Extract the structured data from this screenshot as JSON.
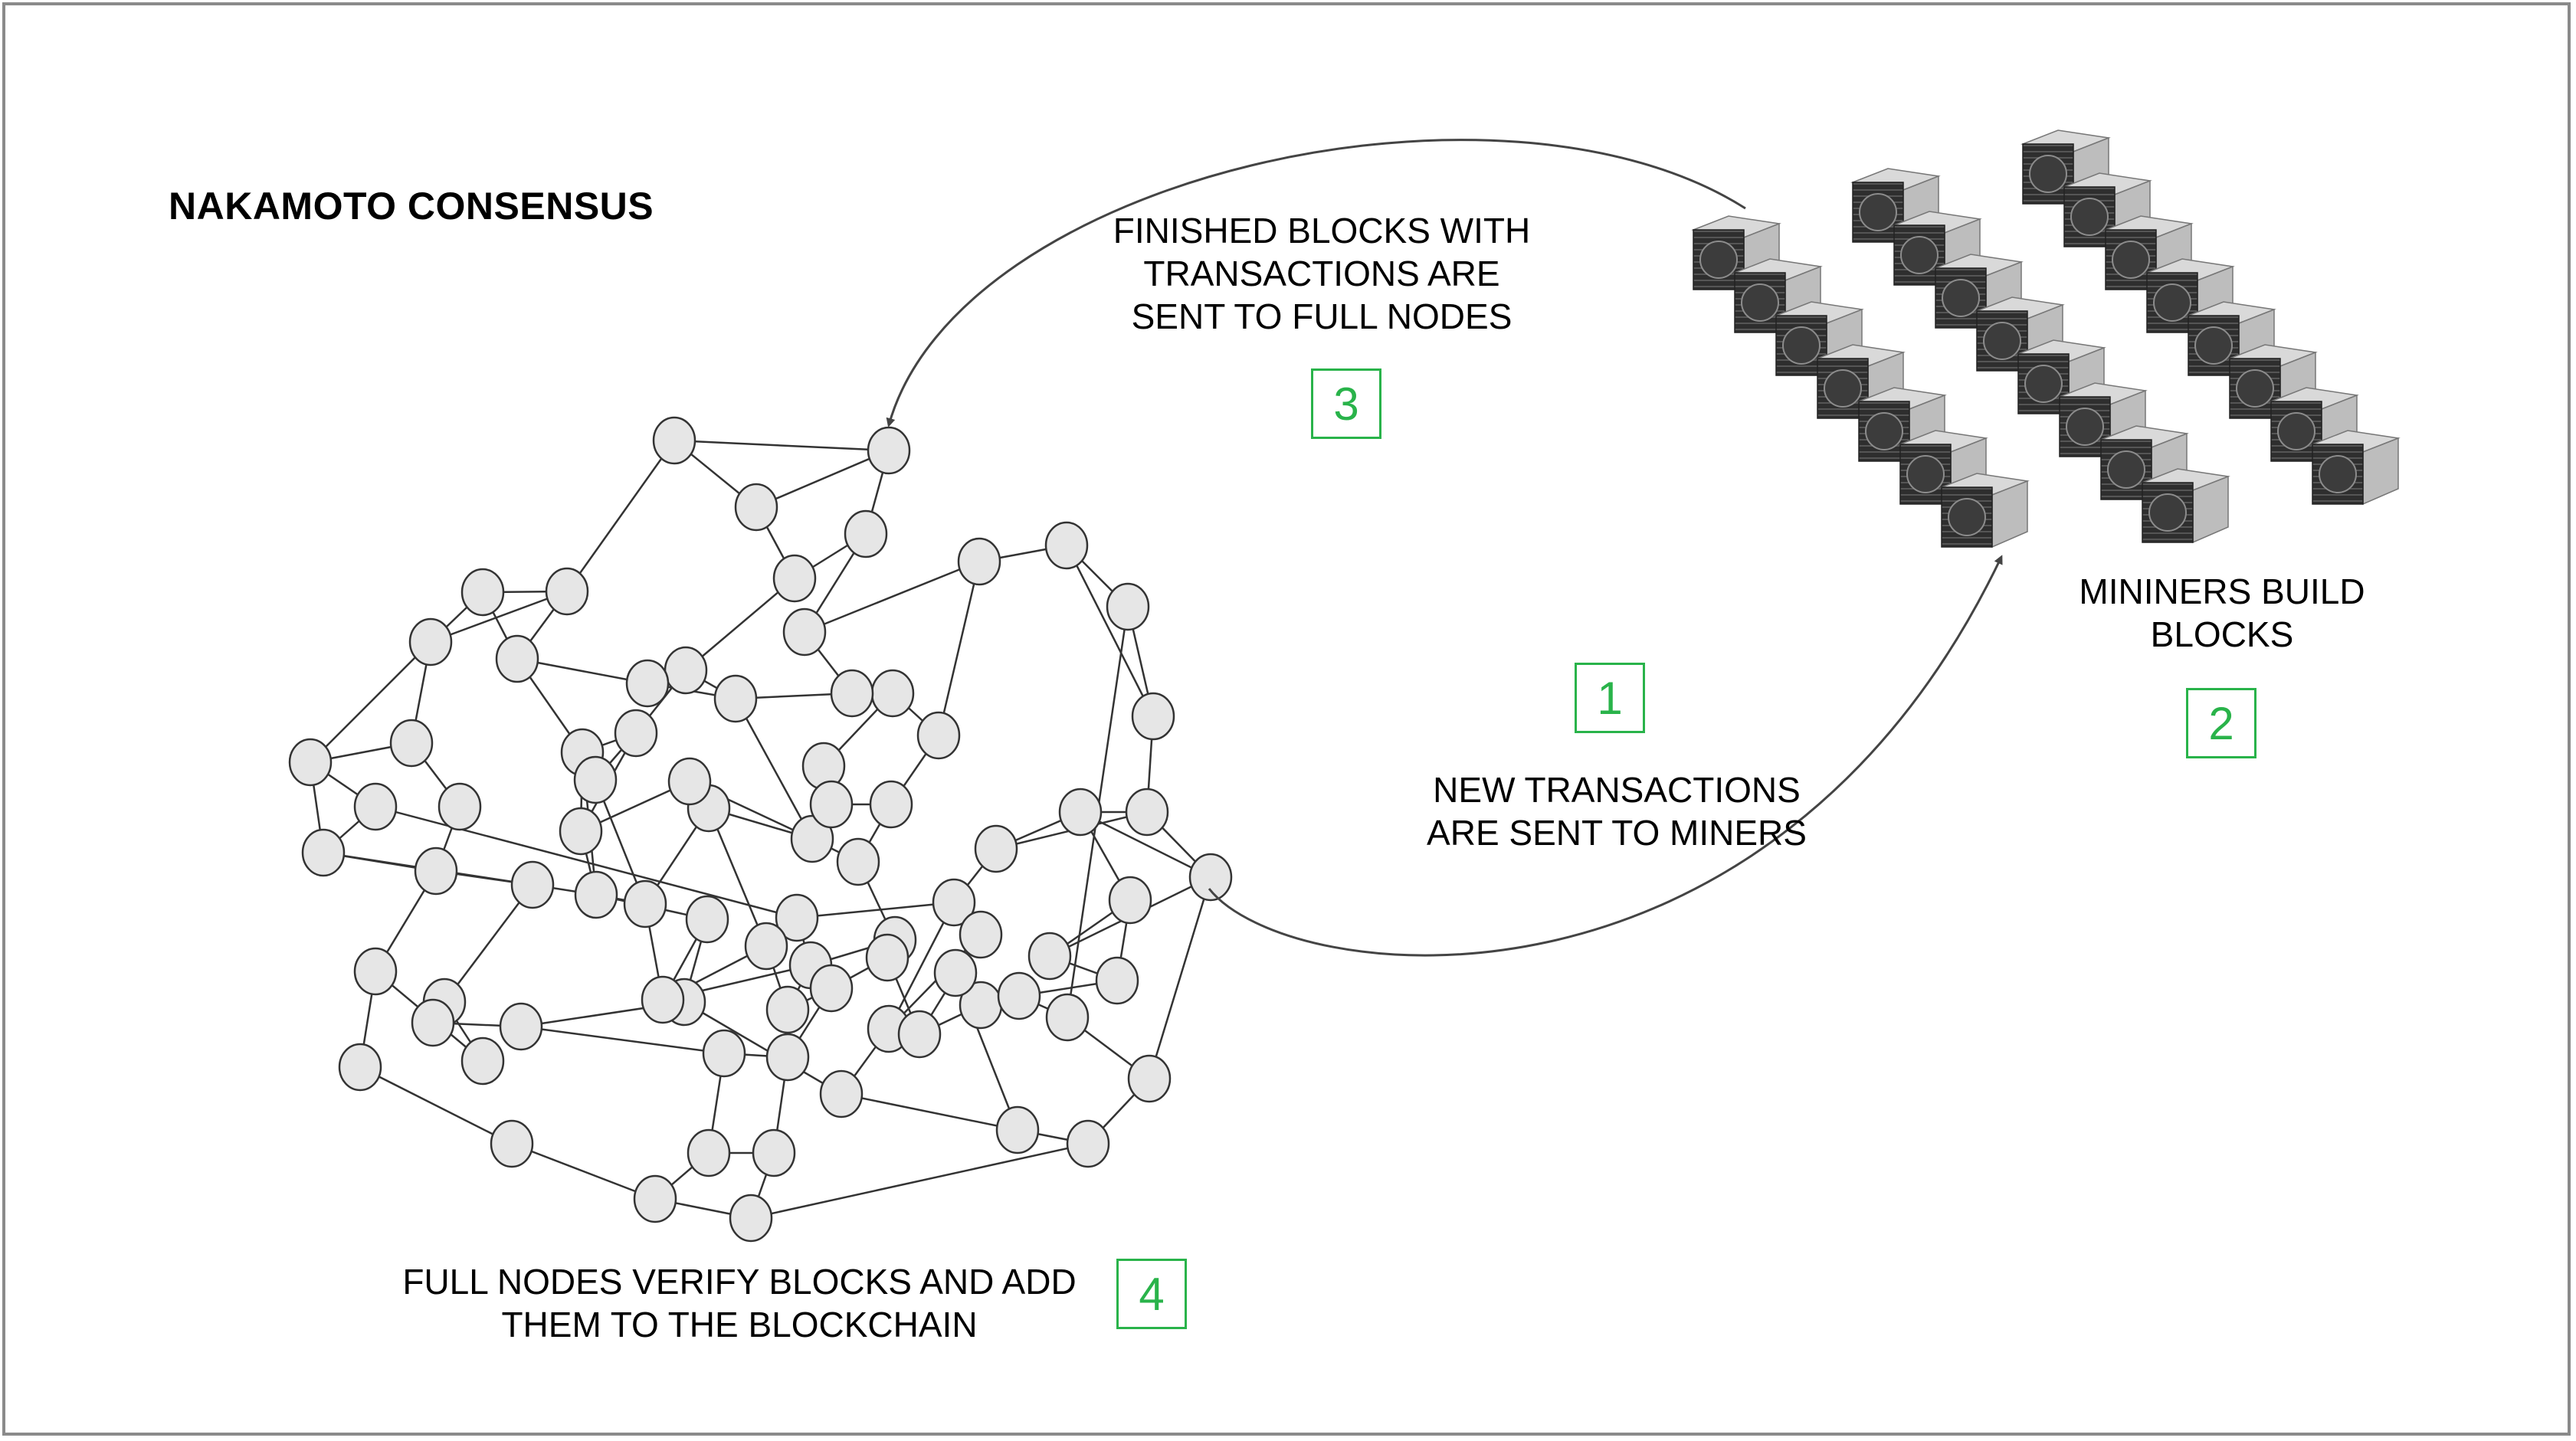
{
  "title": "NAKAMOTO CONSENSUS",
  "labels": {
    "step3": [
      "FINISHED BLOCKS WITH",
      "TRANSACTIONS ARE",
      "SENT TO FULL NODES"
    ],
    "step1": [
      "NEW TRANSACTIONS",
      "ARE SENT TO MINERS"
    ],
    "step2": [
      "MININERS BUILD",
      "BLOCKS"
    ],
    "step4": [
      "FULL NODES VERIFY BLOCKS AND ADD",
      "THEM TO THE BLOCKCHAIN"
    ]
  },
  "steps": {
    "s1": "1",
    "s2": "2",
    "s3": "3",
    "s4": "4"
  },
  "colors": {
    "accent": "#29b34a",
    "node_fill": "#e6e6e6",
    "node_stroke": "#333333",
    "edge": "#333333",
    "frame": "#8a8a8a"
  },
  "icons": {
    "miner": "asic-miner-icon",
    "node": "network-node-icon"
  }
}
